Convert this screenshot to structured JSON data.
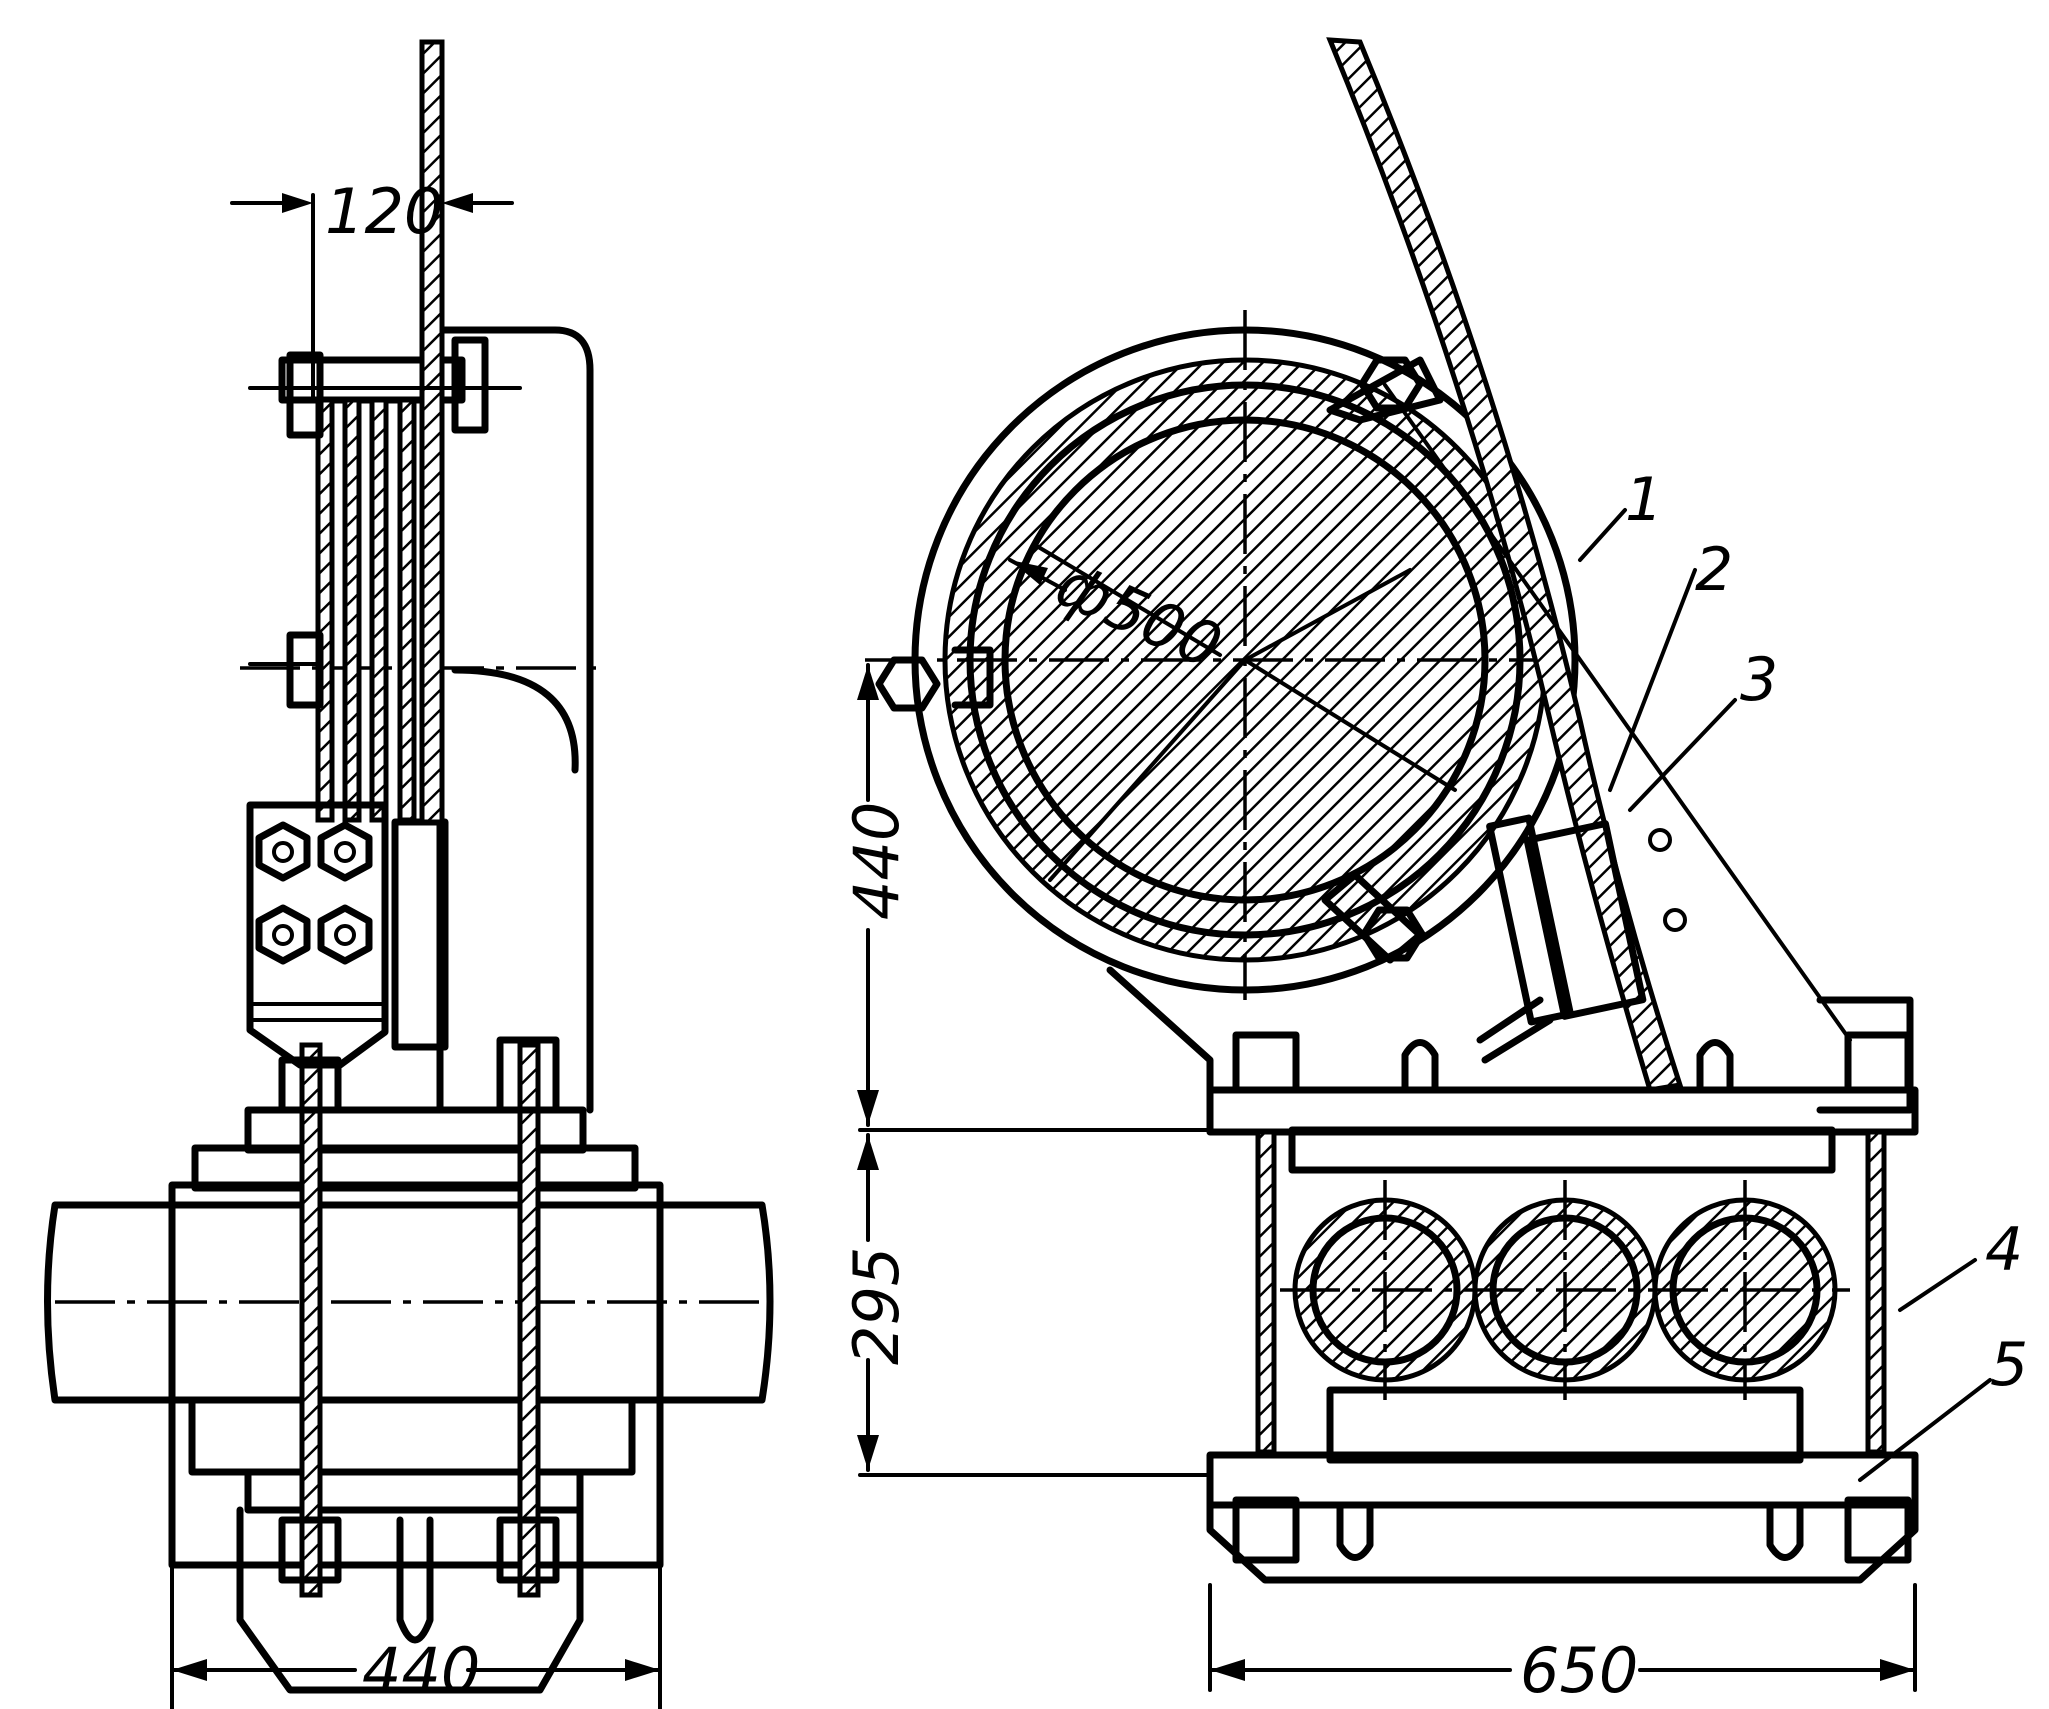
{
  "dimensions": {
    "width_120": "120",
    "width_440_left": "440",
    "height_440_right": "440",
    "height_295": "295",
    "width_650": "650",
    "diameter": "ф500"
  },
  "callouts": [
    "1",
    "2",
    "3",
    "4",
    "5"
  ]
}
